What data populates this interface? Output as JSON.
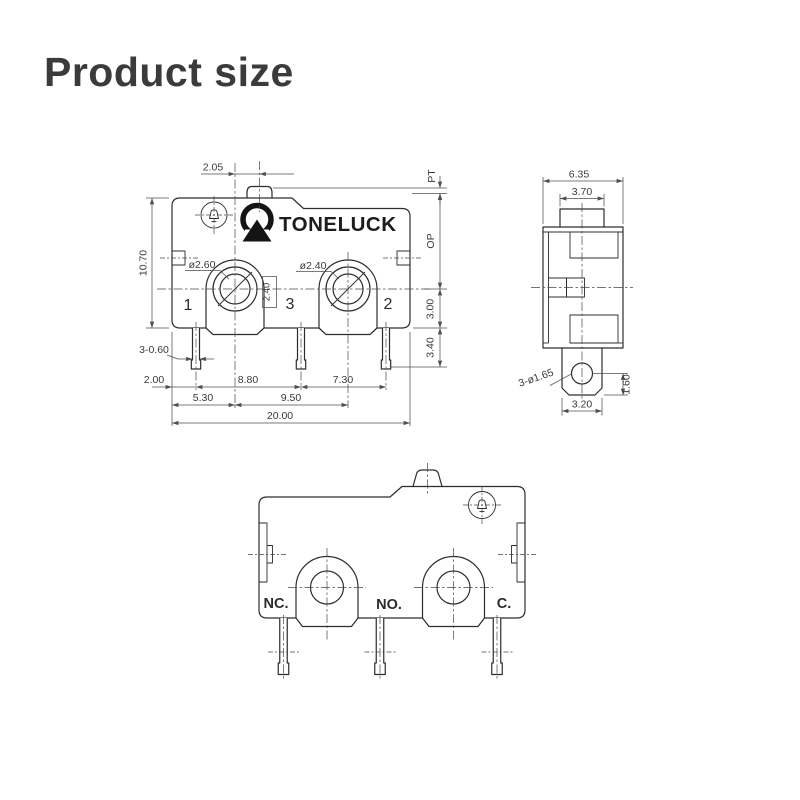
{
  "title": "Product size",
  "brand": {
    "logo_text": "TONELUCK"
  },
  "front_view": {
    "terminal_labels": [
      "1",
      "3",
      "2"
    ],
    "dims": {
      "plunger_offset": "2.05",
      "pretravel": "PT",
      "operating_position": "OP",
      "body_height": "10.70",
      "hole_left_dia": "ø2.60",
      "hole_right_dia": "ø2.40",
      "hole_inner": "2.40",
      "hole_to_bottom": "3.00",
      "pin_length": "3.40",
      "pin_thickness": "3-0.60",
      "edge_to_pin1": "2.00",
      "pin1_to_pin3": "8.80",
      "pin3_to_pin2": "7.30",
      "edge_to_hole1": "5.30",
      "hole1_to_hole2": "9.50",
      "total_width": "20.00"
    }
  },
  "side_view": {
    "dims": {
      "body_depth": "6.35",
      "plunger_dia": "3.70",
      "terminal_hole": "3-ø1.65",
      "terminal_width": "3.20",
      "hole_to_tip": "1.60"
    }
  },
  "bottom_view": {
    "terminal_labels": [
      "NC.",
      "NO.",
      "C."
    ]
  }
}
